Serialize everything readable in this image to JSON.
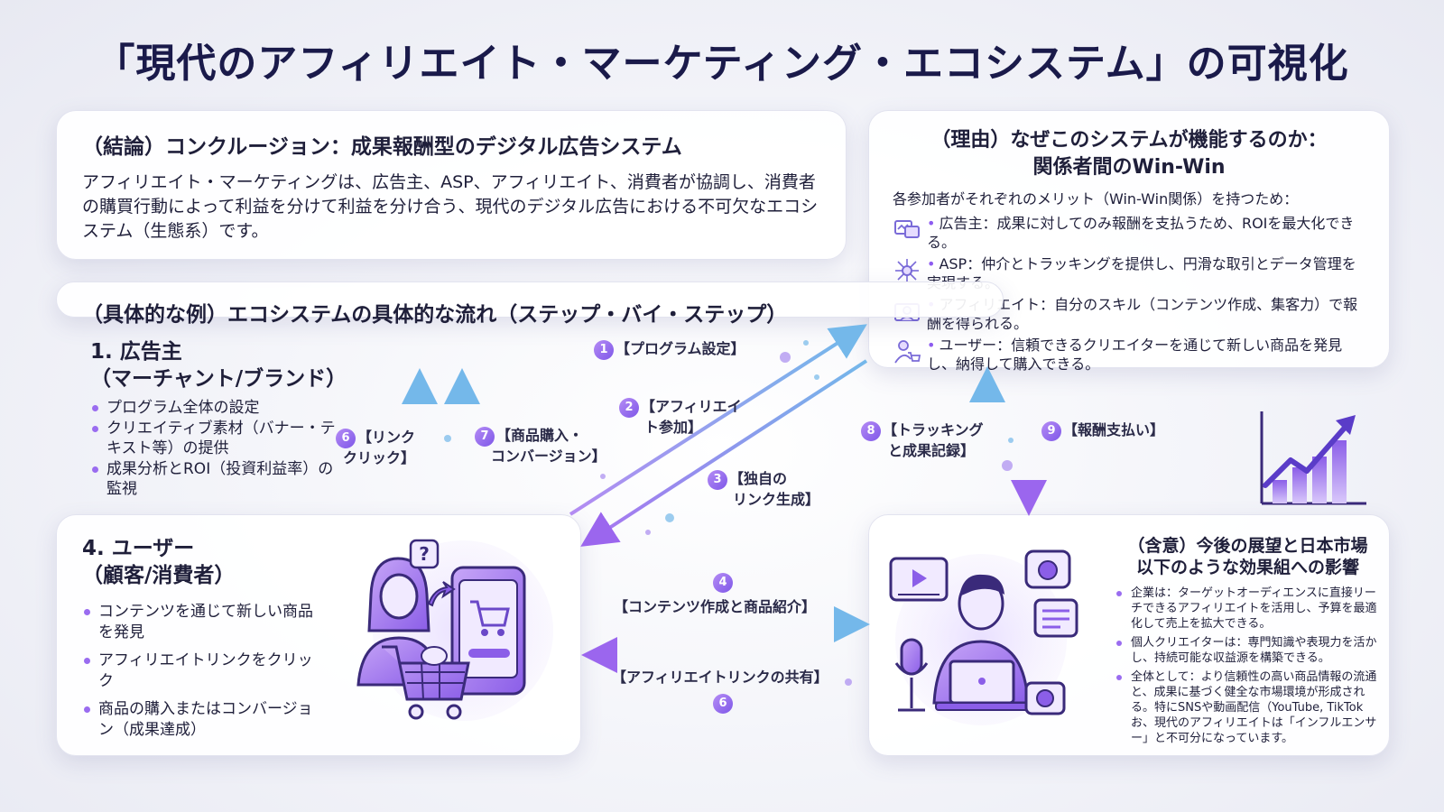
{
  "title": "「現代のアフィリエイト・マーケティング・エコシステム」の可視化",
  "conclusion": {
    "heading": "（結論）コンクルージョン：成果報酬型のデジタル広告システム",
    "body": "アフィリエイト・マーケティングは、広告主、ASP、アフィリエイト、消費者が協調し、消費者の購買行動によって利益を分けて利益を分け合う、現代のデジタル広告における不可欠なエコシステム（生態系）です。"
  },
  "reason": {
    "heading_line1": "（理由）なぜこのシステムが機能するのか：",
    "heading_line2": "関係者間のWin-Win",
    "intro": "各参加者がそれぞれのメリット（Win-Win関係）を持つため：",
    "items": [
      {
        "icon": "advertiser-icon",
        "text": "広告主：成果に対してのみ報酬を支払うため、ROIを最大化できる。"
      },
      {
        "icon": "network-icon",
        "text": "ASP：仲介とトラッキングを提供し、円滑な取引とデータ管理を実現する。"
      },
      {
        "icon": "affiliate-icon",
        "text": "アフィリエイト：自分のスキル（コンテンツ作成、集客力）で報酬を得られる。"
      },
      {
        "icon": "user-cart-icon",
        "text": "ユーザー：信頼できるクリエイターを通じて新しい商品を発見し、納得して購入できる。"
      }
    ]
  },
  "example": {
    "heading": "（具体的な例）エコシステムの具体的な流れ（ステップ・バイ・ステップ）"
  },
  "advertiser": {
    "title": "1. 広告主",
    "subtitle": "（マーチャント/ブランド）",
    "items": [
      "プログラム全体の設定",
      "クリエイティブ素材（バナー・テキスト等）の提供",
      "成果分析とROI（投資利益率）の監視"
    ]
  },
  "user": {
    "title": "4. ユーザー",
    "subtitle": "（顧客/消費者）",
    "items": [
      "コンテンツを通じて新しい商品を発見",
      "アフィリエイトリンクをクリック",
      "商品の購入またはコンバージョン（成果達成）"
    ]
  },
  "implication": {
    "heading_line1": "（含意）今後の展望と日本市場",
    "heading_line2": "以下のような効果組への影響",
    "items": [
      "企業は：ターゲットオーディエンスに直接リーチできるアフィリエイトを活用し、予算を最適化して売上を拡大できる。",
      "個人クリエイターは：専門知識や表現力を活かし、持続可能な収益源を構築できる。",
      "全体として：より信頼性の高い商品情報の流通と、成果に基づく健全な市場環境が形成される。特にSNSや動画配信（YouTube, TikTokお、現代のアフィリエイトは「インフルエンサー」と不可分になっています。"
    ]
  },
  "steps": {
    "s1": {
      "num": "1",
      "label": "【プログラム設定】"
    },
    "s2": {
      "num": "2",
      "label1": "【アフィリエイ",
      "label2": "ト参加】"
    },
    "s3": {
      "num": "3",
      "label1": "【独自の",
      "label2": "リンク生成】"
    },
    "s4": {
      "num": "4",
      "label": "【コンテンツ作成と商品紹介】"
    },
    "s6a": {
      "num": "6",
      "label": "【アフィリエイトリンクの共有】"
    },
    "s6b": {
      "num": "6",
      "label1": "【リンク",
      "label2": "クリック】"
    },
    "s7": {
      "num": "7",
      "label1": "【商品購入・",
      "label2": "コンバージョン】"
    },
    "s8": {
      "num": "8",
      "label1": "【トラッキング",
      "label2": "と成果記録】"
    },
    "s9": {
      "num": "9",
      "label": "【報酬支払い】"
    }
  },
  "icons": {
    "question": "?"
  },
  "colors": {
    "accent_purple": "#8e5cf0",
    "accent_blue": "#64b4e8",
    "title": "#1a1a4a"
  }
}
